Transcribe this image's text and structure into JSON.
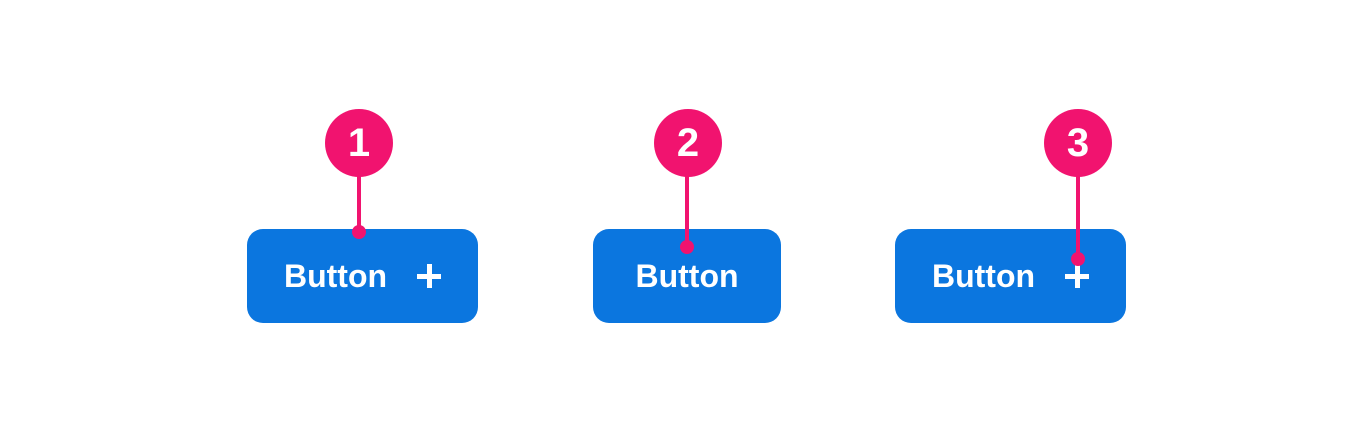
{
  "colors": {
    "button_blue": "#0B76DF",
    "accent_pink": "#F1136F",
    "text_white": "#FFFFFF",
    "background": "#FFFFFF"
  },
  "annotations": [
    {
      "number": "1"
    },
    {
      "number": "2"
    },
    {
      "number": "3"
    }
  ],
  "buttons": [
    {
      "label": "Button",
      "has_plus_icon": true
    },
    {
      "label": "Button",
      "has_plus_icon": false
    },
    {
      "label": "Button",
      "has_plus_icon": true
    }
  ]
}
